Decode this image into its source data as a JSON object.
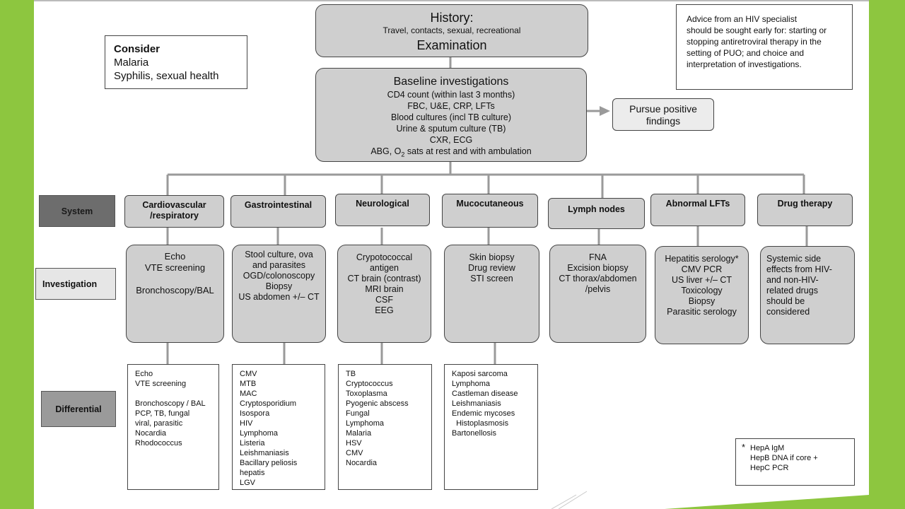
{
  "colors": {
    "slide_green": "#8dc63f",
    "box_gray": "#cfcfcf",
    "system_label": "#6d6d6d",
    "label_light": "#e6e6e6"
  },
  "history": {
    "title": "History:",
    "subtitle": "Travel, contacts, sexual, recreational",
    "exam": "Examination"
  },
  "consider": {
    "title": "Consider",
    "lines": [
      "Malaria",
      "Syphilis, sexual health"
    ]
  },
  "advice": {
    "lines": [
      "Advice from an HIV specialist",
      "should be sought early for: starting or",
      "stopping antiretroviral therapy in the",
      "setting of PUO; and choice and",
      "interpretation of investigations."
    ]
  },
  "baseline": {
    "title": "Baseline investigations",
    "lines": [
      "CD4 count (within last 3 months)",
      "FBC, U&E, CRP, LFTs",
      "Blood cultures (incl TB culture)",
      "Urine & sputum culture (TB)",
      "CXR, ECG",
      "ABG, O2 sats at rest and with ambulation"
    ],
    "sub": "2"
  },
  "pursue": {
    "lines": [
      "Pursue positive",
      "findings"
    ]
  },
  "row_labels": {
    "system": "System",
    "investigation": "Investigation",
    "differential": "Differential"
  },
  "systems": [
    {
      "label": "Cardiovascular /respiratory",
      "investigations": [
        "Echo",
        "VTE screening",
        "",
        "Bronchoscopy/BAL"
      ],
      "differential": [
        "Echo",
        "VTE screening",
        "",
        "Bronchoscopy / BAL",
        "PCP, TB, fungal",
        "viral, parasitic",
        "Nocardia",
        "Rhodococcus"
      ]
    },
    {
      "label": "Gastrointestinal",
      "investigations": [
        "Stool culture, ova",
        "and parasites",
        "OGD/colonoscopy",
        "Biopsy",
        "US abdomen +/– CT"
      ],
      "differential": [
        "CMV",
        "MTB",
        "MAC",
        "Cryptosporidium",
        "Isospora",
        "HIV",
        "Lymphoma",
        "Listeria",
        "Leishmaniasis",
        "Bacillary peliosis",
        "hepatis",
        "LGV"
      ]
    },
    {
      "label": "Neurological",
      "investigations": [
        "Crypotococcal",
        "antigen",
        "CT brain (contrast)",
        "MRI brain",
        "CSF",
        "EEG"
      ],
      "differential": [
        "TB",
        "Cryptococcus",
        "Toxoplasma",
        "Pyogenic abscess",
        "Fungal",
        "Lymphoma",
        "Malaria",
        "HSV",
        "CMV",
        "Nocardia"
      ]
    },
    {
      "label": "Mucocutaneous",
      "investigations": [
        "Skin biopsy",
        "Drug review",
        "STI screen"
      ],
      "differential": [
        "Kaposi sarcoma",
        "Lymphoma",
        "Castleman disease",
        "Leishmaniasis",
        "Endemic mycoses",
        "  Histoplasmosis",
        "Bartonellosis"
      ]
    },
    {
      "label": "Lymph nodes",
      "investigations": [
        "FNA",
        "Excision biopsy",
        "CT thorax/abdomen",
        "/pelvis"
      ]
    },
    {
      "label": "Abnormal LFTs",
      "investigations": [
        "Hepatitis serology*",
        "CMV PCR",
        "US liver +/– CT",
        "Toxicology",
        "Biopsy",
        "Parasitic serology"
      ]
    },
    {
      "label": "Drug therapy",
      "investigations": [
        "Systemic side",
        "effects from HIV-",
        "and non-HIV-",
        "related drugs",
        "should be",
        "considered"
      ]
    }
  ],
  "footnote": {
    "star": "*",
    "lines": [
      "HepA IgM",
      "HepB DNA if core +",
      "HepC PCR"
    ]
  }
}
